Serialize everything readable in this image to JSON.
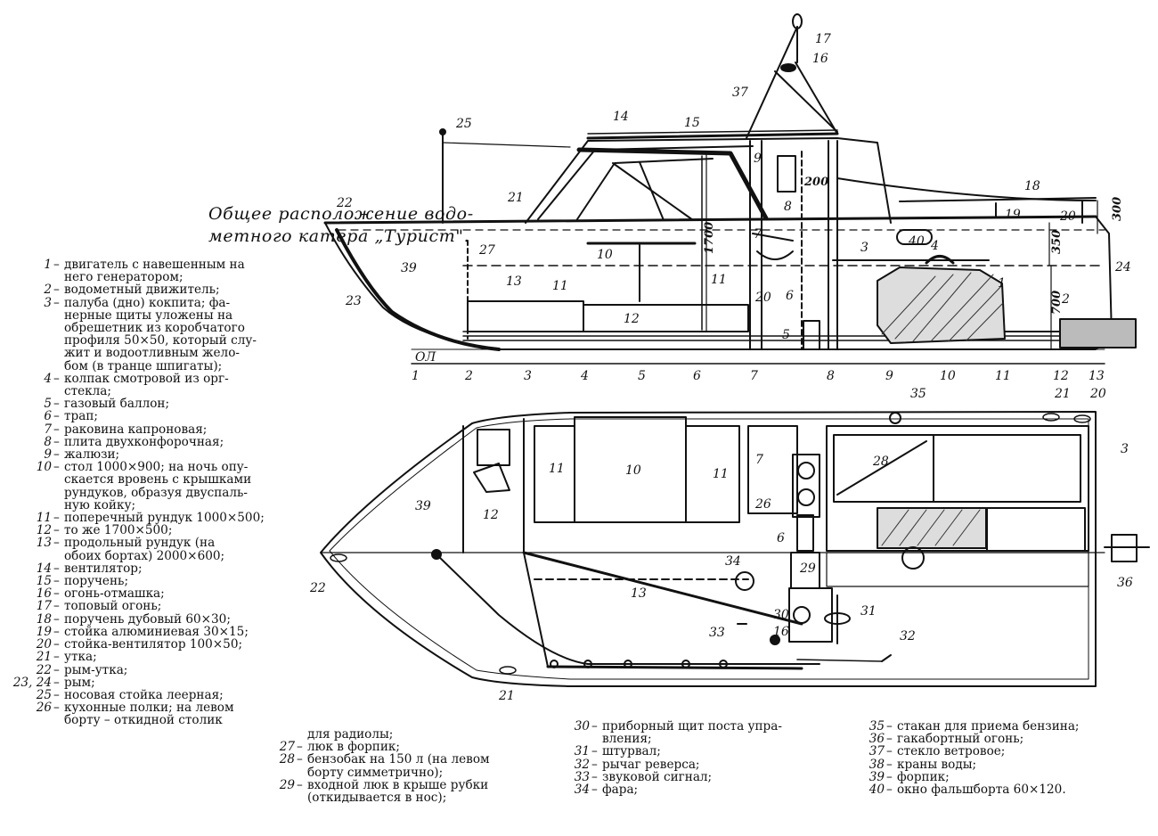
{
  "title_lines": [
    "Общее расположение водо-",
    "метного катера „Турист\"."
  ],
  "legend_col1": [
    {
      "n": "1",
      "text": [
        "двигатель с навешенным на",
        "него генератором;"
      ]
    },
    {
      "n": "2",
      "text": [
        "водометный движитель;"
      ]
    },
    {
      "n": "3",
      "text": [
        "палуба (дно) кокпита; фа-",
        "нерные щиты уложены на",
        "обрешетник из коробчатого",
        "профиля 50×50, который слу-",
        "жит и водоотливным жело-",
        "бом (в транце шпигаты);"
      ]
    },
    {
      "n": "4",
      "text": [
        "колпак смотровой из орг-",
        "стекла;"
      ]
    },
    {
      "n": "5",
      "text": [
        "газовый баллон;"
      ]
    },
    {
      "n": "6",
      "text": [
        "трап;"
      ]
    },
    {
      "n": "7",
      "text": [
        "раковина капроновая;"
      ]
    },
    {
      "n": "8",
      "text": [
        "плита двухконфорочная;"
      ]
    },
    {
      "n": "9",
      "text": [
        "жалюзи;"
      ]
    },
    {
      "n": "10",
      "text": [
        "стол 1000×900; на ночь опу-",
        "скается вровень с крышками",
        "рундуков, образуя двуспаль-",
        "ную койку;"
      ]
    },
    {
      "n": "11",
      "text": [
        "поперечный рундук 1000×500;"
      ]
    },
    {
      "n": "12",
      "text": [
        "то же 1700×500;"
      ]
    },
    {
      "n": "13",
      "text": [
        "продольный рундук (на",
        "обоих бортах) 2000×600;"
      ]
    },
    {
      "n": "14",
      "text": [
        "вентилятор;"
      ]
    },
    {
      "n": "15",
      "text": [
        "поручень;"
      ]
    },
    {
      "n": "16",
      "text": [
        "огонь-отмашка;"
      ]
    },
    {
      "n": "17",
      "text": [
        "топовый огонь;"
      ]
    },
    {
      "n": "18",
      "text": [
        "поручень дубовый 60×30;"
      ]
    },
    {
      "n": "19",
      "text": [
        "стойка алюминиевая 30×15;"
      ]
    },
    {
      "n": "20",
      "text": [
        "стойка-вентилятор 100×50;"
      ]
    },
    {
      "n": "21",
      "text": [
        "утка;"
      ]
    },
    {
      "n": "22",
      "text": [
        "рым-утка;"
      ]
    },
    {
      "n": "23, 24",
      "text": [
        "рым;"
      ]
    },
    {
      "n": "25",
      "text": [
        "носовая стойка леерная;"
      ]
    },
    {
      "n": "26",
      "text": [
        "кухонные полки; на левом",
        "борту – откидной столик"
      ]
    }
  ],
  "legend_col2": [
    {
      "n": "",
      "text": [
        "для радиолы;"
      ]
    },
    {
      "n": "27",
      "text": [
        "люк в форпик;"
      ]
    },
    {
      "n": "28",
      "text": [
        "бензобак на 150 л (на левом",
        "борту симметрично);"
      ]
    },
    {
      "n": "29",
      "text": [
        "входной люк в крыше рубки",
        "(откидывается в нос);"
      ]
    }
  ],
  "legend_col3": [
    {
      "n": "30",
      "text": [
        "приборный щит поста упра-",
        "вления;"
      ]
    },
    {
      "n": "31",
      "text": [
        "штурвал;"
      ]
    },
    {
      "n": "32",
      "text": [
        "рычаг реверса;"
      ]
    },
    {
      "n": "33",
      "text": [
        "звуковой сигнал;"
      ]
    },
    {
      "n": "34",
      "text": [
        "фара;"
      ]
    }
  ],
  "legend_col4": [
    {
      "n": "35",
      "text": [
        "стакан для приема бензина;"
      ]
    },
    {
      "n": "36",
      "text": [
        "гакабортный огонь;"
      ]
    },
    {
      "n": "37",
      "text": [
        "стекло ветровое;"
      ]
    },
    {
      "n": "38",
      "text": [
        "краны воды;"
      ]
    },
    {
      "n": "39",
      "text": [
        "форпик;"
      ]
    },
    {
      "n": "40",
      "text": [
        "окно фальшборта 60×120."
      ]
    }
  ],
  "side_view": {
    "baseline_label": "ОЛ",
    "stations": [
      "1",
      "2",
      "3",
      "4",
      "5",
      "6",
      "7",
      "8",
      "9",
      "10",
      "11",
      "12",
      "13"
    ],
    "callouts": [
      "1",
      "2",
      "3",
      "4",
      "5",
      "6",
      "7",
      "8",
      "9",
      "10",
      "11",
      "12",
      "13",
      "14",
      "15",
      "16",
      "17",
      "18",
      "19",
      "20",
      "21",
      "22",
      "23",
      "24",
      "25",
      "27",
      "37",
      "39",
      "40"
    ],
    "dimensions": [
      "1700",
      "200",
      "300",
      "350",
      "700"
    ]
  },
  "plan_view": {
    "callouts": [
      "3",
      "6",
      "7",
      "10",
      "11",
      "11",
      "12",
      "13",
      "16",
      "20",
      "21",
      "21",
      "22",
      "26",
      "28",
      "29",
      "30",
      "31",
      "32",
      "33",
      "34",
      "35",
      "36",
      "39"
    ]
  }
}
